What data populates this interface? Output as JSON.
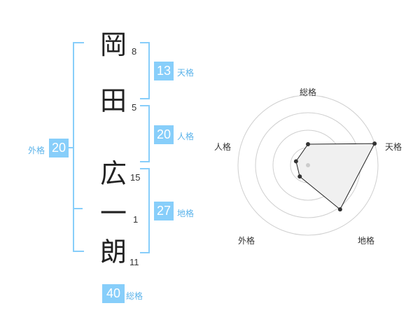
{
  "name_chars": [
    {
      "char": "岡",
      "strokes": "8"
    },
    {
      "char": "田",
      "strokes": "5"
    },
    {
      "char": "広",
      "strokes": "15"
    },
    {
      "char": "一",
      "strokes": "1"
    },
    {
      "char": "朗",
      "strokes": "11"
    }
  ],
  "fortunes": {
    "tenkaku": {
      "value": "13",
      "label": "天格"
    },
    "jinkaku": {
      "value": "20",
      "label": "人格"
    },
    "chikaku": {
      "value": "27",
      "label": "地格"
    },
    "gaikaku": {
      "value": "20",
      "label": "外格"
    },
    "soukaku": {
      "value": "40",
      "label": "総格"
    }
  },
  "radar": {
    "labels": {
      "top": "総格",
      "right": "天格",
      "lower_right": "地格",
      "lower_left": "外格",
      "left": "人格"
    },
    "values": {
      "soukaku": 0.3,
      "tenkaku": 1.0,
      "chikaku": 0.78,
      "gaikaku": 0.2,
      "jinkaku": 0.18
    },
    "ring_count": 4,
    "accent_color": "#87cefa"
  }
}
